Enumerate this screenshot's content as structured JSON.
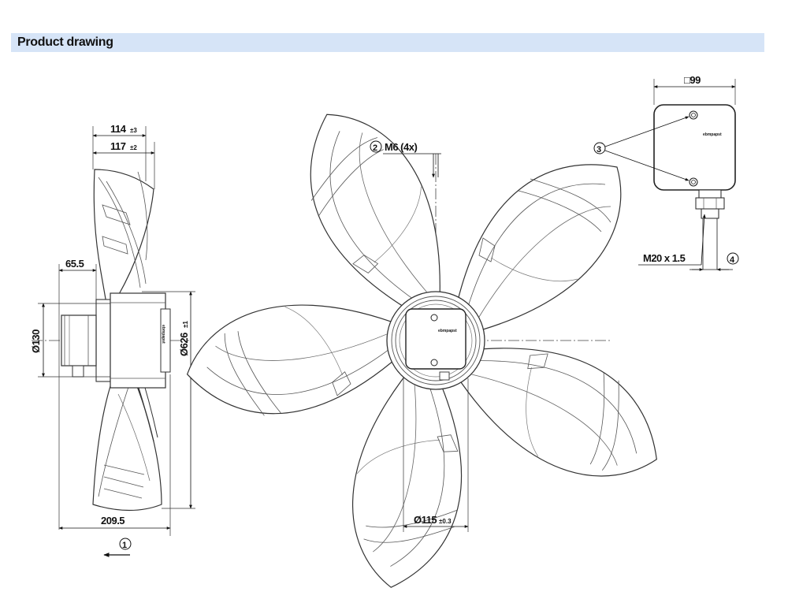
{
  "section": {
    "title": "Product drawing"
  },
  "dimensions": {
    "depth_a": "114",
    "depth_a_tol": "±3",
    "depth_b": "117",
    "depth_b_tol": "±2",
    "hub_offset": "65.5",
    "motor_diameter": "Ø130",
    "fan_diameter": "Ø626",
    "fan_diameter_tol": "±1",
    "overall_depth": "209.5",
    "bolt_thread": "M6 (4x)",
    "bolt_circle": "Ø115",
    "bolt_circle_tol": "±0.3",
    "terminal_box_size": "□99",
    "cable_gland": "M20 x 1.5"
  },
  "callouts": {
    "c1": "1",
    "c2": "2",
    "c3": "3",
    "c4": "4"
  },
  "brand_label": "ebmpapst",
  "motor_label": "ebmpapst"
}
